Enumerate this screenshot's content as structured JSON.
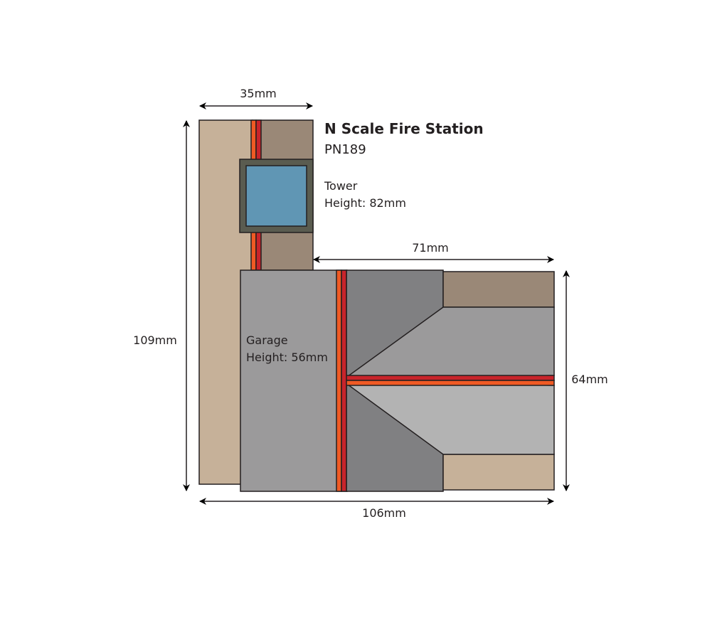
{
  "title": "N Scale Fire Station",
  "part_number": "PN189",
  "tower": {
    "name": "Tower",
    "height": "Height: 82mm"
  },
  "garage": {
    "name": "Garage",
    "height": "Height: 56mm"
  },
  "dimensions": {
    "tower_width": "35mm",
    "total_depth": "109mm",
    "garage_extension": "71mm",
    "garage_depth": "64mm",
    "total_width": "106mm"
  },
  "colors": {
    "tan": "#c6b199",
    "brown": "#9a8877",
    "gray": "#9b9a9b",
    "dark_gray": "#808082",
    "light_gray": "#b3b3b3",
    "window_frame": "#5a5c50",
    "window_glass": "#6096b4",
    "stripe_orange": "#ef5a24",
    "stripe_red": "#c8242b"
  }
}
